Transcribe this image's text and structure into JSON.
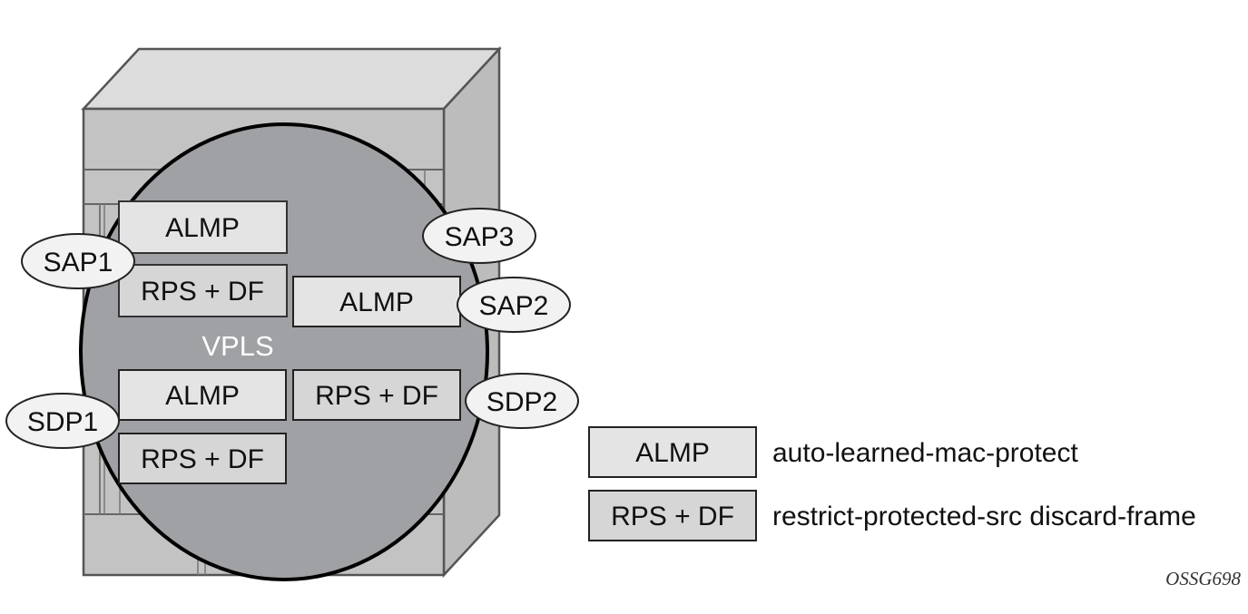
{
  "diagram": {
    "center_label": "VPLS",
    "figure_id": "OSSG698",
    "colors": {
      "chassis_front": "#c4c3c4",
      "chassis_top": "#dcdcdc",
      "chassis_side": "#bdbcbd",
      "vpls_circle": "#a0a1a4",
      "almp_box": "#e4e4e5",
      "rps_box": "#d6d6d7",
      "endpoint_fill": "#f2f2f2",
      "outline": "#222222"
    },
    "boxes": [
      {
        "id": "sap1-almp",
        "label": "ALMP",
        "kind": "almp"
      },
      {
        "id": "sap1-rps",
        "label": "RPS + DF",
        "kind": "rps"
      },
      {
        "id": "sap2-almp",
        "label": "ALMP",
        "kind": "almp"
      },
      {
        "id": "sdp1-almp",
        "label": "ALMP",
        "kind": "almp"
      },
      {
        "id": "sdp2-rps",
        "label": "RPS + DF",
        "kind": "rps"
      },
      {
        "id": "sdp1-rps",
        "label": "RPS + DF",
        "kind": "rps"
      }
    ],
    "endpoints": [
      {
        "id": "sap1",
        "label": "SAP1"
      },
      {
        "id": "sap3",
        "label": "SAP3"
      },
      {
        "id": "sap2",
        "label": "SAP2"
      },
      {
        "id": "sdp1",
        "label": "SDP1"
      },
      {
        "id": "sdp2",
        "label": "SDP2"
      }
    ],
    "legend": [
      {
        "abbr": "ALMP",
        "description": "auto-learned-mac-protect",
        "kind": "almp"
      },
      {
        "abbr": "RPS + DF",
        "description": "restrict-protected-src discard-frame",
        "kind": "rps"
      }
    ]
  }
}
